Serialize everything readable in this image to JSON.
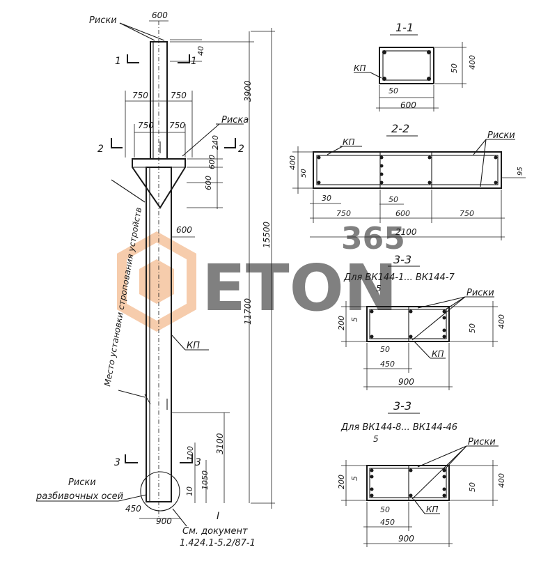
{
  "watermark": {
    "top_text": "365",
    "main_text": "ETON",
    "color": "#f0a36a"
  },
  "column": {
    "top_labels": {
      "riski": "Риски",
      "width": "600",
      "dim_40": "40"
    },
    "section_1_label": "1",
    "dim_750_a": "750",
    "dim_750_b": "750",
    "dim_750_c": "750",
    "dim_750_d": "750",
    "riska_label": "Риска",
    "section_2_label": "2",
    "dim_3900": "3900",
    "dim_240": "240",
    "dim_600_a": "600",
    "dim_600_b": "600",
    "dim_600_shaft": "600",
    "vertical_note": "Место установки стропования устройств",
    "dim_15500": "15500",
    "dim_11700": "11700",
    "kp_label": "КП",
    "dim_3100": "3100",
    "section_3_label": "3",
    "dim_100": "100",
    "dim_1050": "1050",
    "dim_10": "10",
    "dim_450": "450",
    "dim_900": "900",
    "risk_note_line1": "Риски",
    "risk_note_line2": "разбивочных осей",
    "doc_line1": "См. документ",
    "doc_line2": "1.424.1-5.2/87-1",
    "i_mark": "I"
  },
  "section_1_1": {
    "title": "1-1",
    "kp": "КП",
    "dim_50_v": "50",
    "dim_400": "400",
    "dim_50_h": "50",
    "dim_600": "600"
  },
  "section_2_2": {
    "title": "2-2",
    "kp": "КП",
    "riski": "Риски",
    "dim_400": "400",
    "dim_50_l": "50",
    "dim_95": "95",
    "dim_30": "30",
    "dim_50": "50",
    "dim_750_l": "750",
    "dim_600": "600",
    "dim_750_r": "750",
    "dim_2100": "2100"
  },
  "section_3_3_a": {
    "title": "3-3",
    "subtitle": "Для ВК144-1... ВК144-7",
    "dim_5_top": "5",
    "riski": "Риски",
    "dim_200": "200",
    "dim_5": "5",
    "dim_50_r": "50",
    "dim_400": "400",
    "dim_50": "50",
    "kp": "КП",
    "dim_450": "450",
    "dim_900": "900"
  },
  "section_3_3_b": {
    "title": "3-3",
    "subtitle": "Для ВК144-8... ВК144-46",
    "dim_5_top": "5",
    "riski": "Риски",
    "dim_200": "200",
    "dim_5": "5",
    "dim_50_r": "50",
    "dim_400": "400",
    "dim_50": "50",
    "kp": "КП",
    "dim_450": "450",
    "dim_900": "900"
  }
}
